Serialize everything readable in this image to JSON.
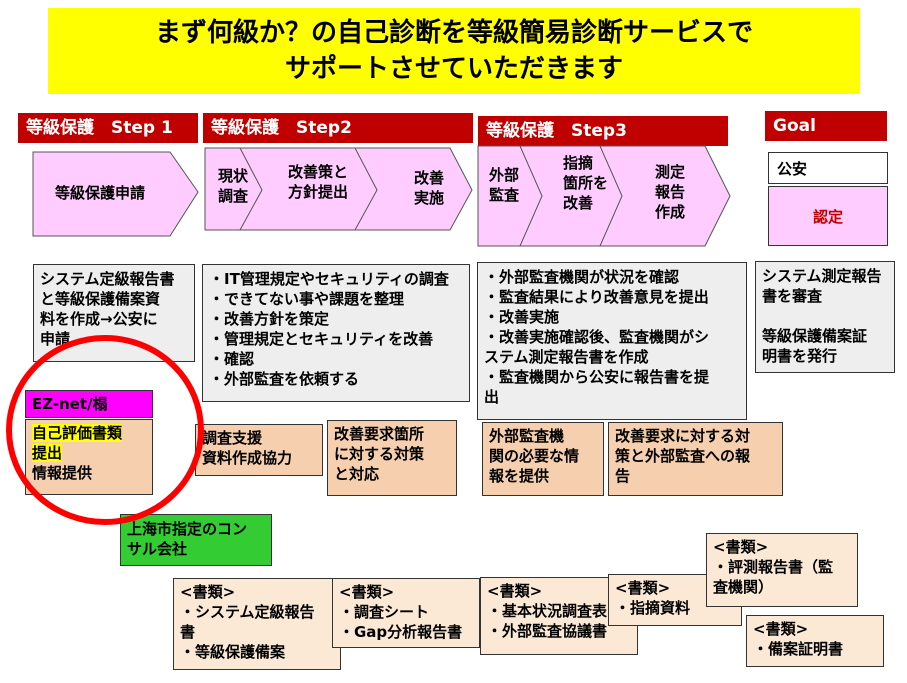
{
  "title": {
    "line1": "まず何級か？の自己診断を等級簡易診断サービスで",
    "line2": "サポートさせていただきます"
  },
  "step1": {
    "header": "等級保護　Step 1",
    "arrow": "等級保護申請",
    "desc": [
      "システム定級報告書",
      "と等級保護備案資",
      "料を作成→公安に",
      "申請"
    ]
  },
  "step2": {
    "header": "等級保護　Step2",
    "arrows": [
      [
        "現状",
        "調査"
      ],
      [
        "改善策と",
        "方針提出"
      ],
      [
        "改善",
        "実施"
      ]
    ],
    "desc": [
      "・IT管理規定やセキュリティの調査",
      "・できてない事や課題を整理",
      "・改善方針を策定",
      "・管理規定とセキュリティを改善",
      "・確認",
      "・外部監査を依頼する"
    ]
  },
  "step3": {
    "header": "等級保護　Step3",
    "arrows": [
      [
        "外部",
        "監査"
      ],
      [
        "指摘",
        "箇所を",
        "改善"
      ],
      [
        "測定",
        "報告",
        "作成"
      ]
    ],
    "desc": [
      "・外部監査機関が状況を確認",
      "・監査結果により改善意見を提出",
      "・改善実施",
      "・改善実施確認後、監査機関がシ",
      "ステム測定報告書を作成",
      "・監査機関から公安に報告書を提",
      "出"
    ]
  },
  "goal": {
    "header": "Goal",
    "koan": "公安",
    "nintei": "認定",
    "desc": [
      "システム測定報告",
      "書を審査",
      "",
      "等級保護備案証",
      "明書を発行"
    ]
  },
  "ez": {
    "header": "EZ-net/榻",
    "lines": [
      "自己評価書類",
      "提出",
      "情報提供"
    ]
  },
  "support": {
    "s2a": [
      "調査支援",
      "資料作成協力"
    ],
    "s2b": [
      "改善要求箇所",
      "に対する対策",
      "と対応"
    ],
    "s3a": [
      "外部監査機",
      "関の必要な情",
      "報を提供"
    ],
    "s3b": [
      "改善要求に対する対",
      "策と外部監査への報",
      "告"
    ]
  },
  "consult": [
    "上海市指定のコン",
    "サル会社"
  ],
  "docs": {
    "d1": [
      "<書類>",
      "・システム定級報告",
      "書",
      "・等級保護備案"
    ],
    "d2": [
      "<書類>",
      "・調査シート",
      "・Gap分析報告書"
    ],
    "d3": [
      "<書類>",
      "・基本状況調査表",
      "・外部監査協議書"
    ],
    "d4": [
      "<書類>",
      "・指摘資料"
    ],
    "d5": [
      "<書類>",
      "・評測報告書（監",
      "査機関）"
    ],
    "d6": [
      "<書類>",
      "・備案証明書"
    ]
  },
  "colors": {
    "title_bg": "#ffff00",
    "step_header": "#c00000",
    "arrow_fill": "#ffccff",
    "ez_header": "#ff00ff",
    "support_box": "#f5cfae",
    "consult_box": "#33cc33",
    "circle": "#ff0000"
  }
}
